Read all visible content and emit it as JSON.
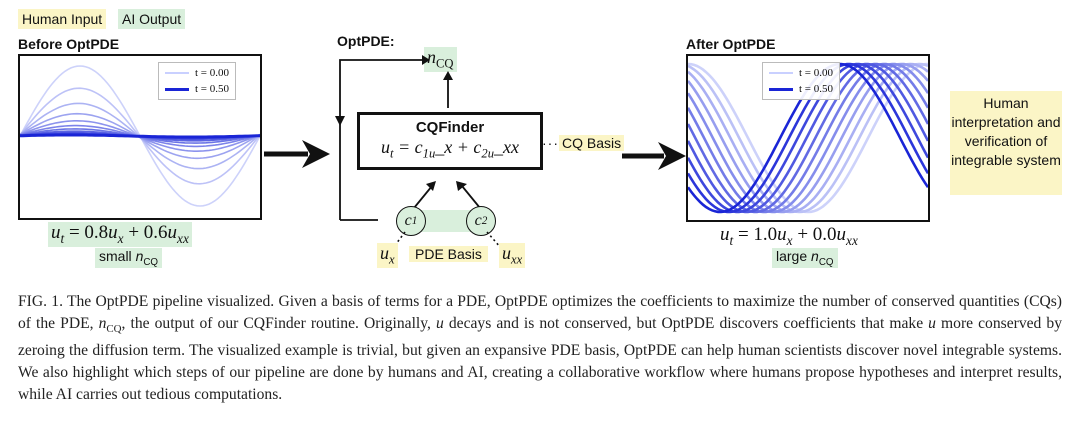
{
  "legend_tags": {
    "human": "Human Input",
    "ai": "AI Output"
  },
  "left": {
    "title": "Before OptPDE",
    "legend": [
      "t = 0.00",
      "t = 0.50"
    ],
    "equation": "u_t = 0.8u_x + 0.6u_xx",
    "note": "small n_CQ"
  },
  "middle": {
    "title": "OptPDE:",
    "ncq": "n_CQ",
    "box_title": "CQFinder",
    "box_eq": "u_t = c_1u_x + c_2u_xx",
    "cq_basis": "CQ Basis",
    "c1": "c_1",
    "c2": "c_2",
    "pde_basis": "PDE Basis",
    "ux": "u_x",
    "uxx": "u_xx"
  },
  "right": {
    "title": "After OptPDE",
    "legend": [
      "t = 0.00",
      "t = 0.50"
    ],
    "equation": "u_t = 1.0u_x + 0.0u_xx",
    "note": "large n_CQ"
  },
  "human_box": "Human interpretation and verification of integrable system",
  "caption": "FIG. 1. The OptPDE pipeline visualized. Given a basis of terms for a PDE, OptPDE optimizes the coefficients to maximize the number of conserved quantities (CQs) of the PDE, n_CQ, the output of our CQFinder routine. Originally, u decays and is not conserved, but OptPDE discovers coefficients that make u more conserved by zeroing the diffusion term. The visualized example is trivial, but given an expansive PDE basis, OptPDE can help human scientists discover novel integrable systems. We also highlight which steps of our pipeline are done by humans and AI, creating a collaborative workflow where humans propose hypotheses and interpret results, while AI carries out tedious computations.",
  "colors": {
    "curve_dark": "#1a25d6",
    "human": "#fbf5c6",
    "ai": "#d9efdc"
  }
}
